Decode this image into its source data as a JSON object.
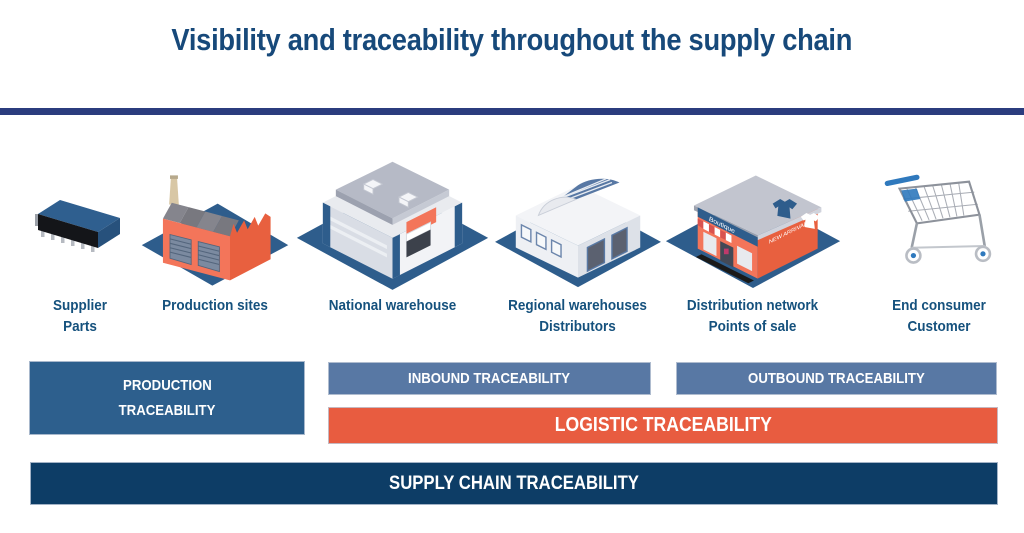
{
  "title": "Visibility and traceability throughout the supply chain",
  "palette": {
    "title_text": "#17497a",
    "divider": "#2b3c7e",
    "stage_label_text": "#15517d",
    "platform_blue": "#2e5d8c",
    "factory_orange": "#f3755a",
    "production_bar": "#2d5f8d",
    "inbound_outbound_bar": "#5878a4",
    "logistic_bar": "#e85c40",
    "supply_chain_bar": "#0d3d66",
    "bar_text": "#ffffff"
  },
  "stages": [
    {
      "name": "supplier-parts",
      "icon": "microchip-icon",
      "label_lines": [
        "Supplier",
        "Parts"
      ]
    },
    {
      "name": "production-sites",
      "icon": "factory-icon",
      "label_lines": [
        "Production sites"
      ]
    },
    {
      "name": "national-warehouse",
      "icon": "national-warehouse-icon",
      "label_lines": [
        "National warehouse"
      ]
    },
    {
      "name": "regional-warehouses",
      "icon": "regional-warehouse-icon",
      "label_lines": [
        "Regional warehouses",
        "Distributors"
      ]
    },
    {
      "name": "distribution-network",
      "icon": "boutique-store-icon",
      "label_lines": [
        "Distribution network",
        "Points of sale"
      ],
      "icon_texts": [
        "Boutique",
        "NEW ARRIVAL"
      ]
    },
    {
      "name": "end-consumer",
      "icon": "shopping-cart-icon",
      "label_lines": [
        "End consumer",
        "Customer"
      ]
    }
  ],
  "bars": {
    "production": {
      "label_lines": [
        "PRODUCTION",
        "TRACEABILITY"
      ]
    },
    "inbound": {
      "label": "INBOUND TRACEABILITY"
    },
    "outbound": {
      "label": "OUTBOUND TRACEABILITY"
    },
    "logistic": {
      "label": "LOGISTIC TRACEABILITY"
    },
    "supply_chain": {
      "label": "SUPPLY CHAIN TRACEABILITY"
    }
  }
}
